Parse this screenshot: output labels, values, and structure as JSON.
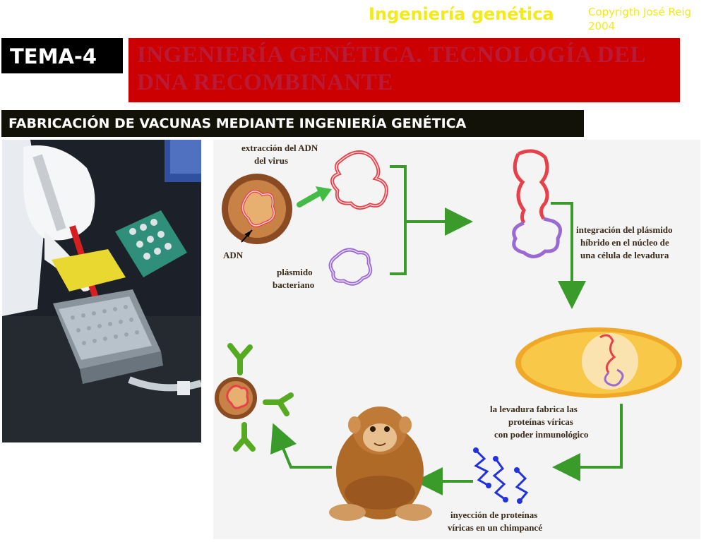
{
  "header": {
    "subject": "Ingeniería genética",
    "copyright_line1": "Copyrigth José Reig",
    "copyright_line2": "2004"
  },
  "badge": {
    "label": "TEMA-4"
  },
  "title": {
    "line1": "INGENIERÍA GENÉTICA. TECNOLOGÍA DEL",
    "line2": "DNA RECOMBINANTE"
  },
  "section": {
    "heading": "FABRICACIÓN DE VACUNAS MEDIANTE INGENIERÍA GENÉTICA"
  },
  "diagram": {
    "extraction_line1": "extracción del ADN",
    "extraction_line2": "del virus",
    "dna_label": "ADN",
    "plasmid_line1": "plásmido",
    "plasmid_line2": "bacteriano",
    "integration_line1": "integración del plásmido",
    "integration_line2": "híbrido en el núcleo de",
    "integration_line3": "una célula de levadura",
    "yeast_line1": "la levadura fabrica las",
    "yeast_line2": "proteínas víricas",
    "yeast_line3": "con poder inmunológico",
    "injection_line1": "inyección de proteínas",
    "injection_line2": "víricas en un chimpancé"
  },
  "colors": {
    "accent_yellow": "#f2ea1a",
    "title_red": "#cc0000",
    "arrow_green": "#3a9a2a",
    "dna_red": "#e8404a",
    "plasmid_purple": "#9a6ad0",
    "protein_blue": "#2233dd"
  }
}
